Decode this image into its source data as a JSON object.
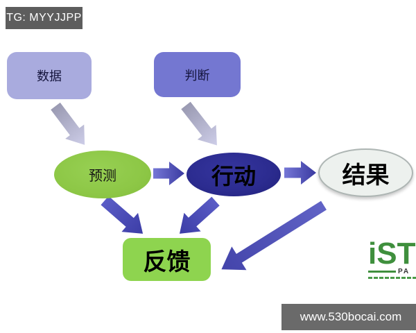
{
  "badge": {
    "label": "TG: MYYJJPP"
  },
  "footer": {
    "url": "www.530bocai.com"
  },
  "diagram": {
    "nodes": {
      "data": {
        "label": "数据",
        "shape": "rounded-rect",
        "color": "#a9abde"
      },
      "judgment": {
        "label": "判断",
        "shape": "rounded-rect",
        "color": "#7477d1"
      },
      "prediction": {
        "label": "预测",
        "shape": "ellipse",
        "color": "#8dc746"
      },
      "action": {
        "label": "行动",
        "shape": "ellipse",
        "color": "#2c2c90"
      },
      "result": {
        "label": "结果",
        "shape": "ellipse",
        "color": "#edf1ee"
      },
      "feedback": {
        "label": "反馈",
        "shape": "rounded-rect",
        "color": "#8ed44f"
      }
    },
    "edges": [
      {
        "from": "数据",
        "to": "预测",
        "style": "light-lavender"
      },
      {
        "from": "判断",
        "to": "行动",
        "style": "light-lavender"
      },
      {
        "from": "预测",
        "to": "行动",
        "style": "purple"
      },
      {
        "from": "行动",
        "to": "结果",
        "style": "purple"
      },
      {
        "from": "预测",
        "to": "反馈",
        "style": "dark-purple"
      },
      {
        "from": "行动",
        "to": "反馈",
        "style": "dark-purple"
      },
      {
        "from": "结果",
        "to": "反馈",
        "style": "dark-purple-long"
      }
    ]
  },
  "logo": {
    "text": "iST",
    "stylized_e": "three-bar-E-icon",
    "subtext": "PA"
  },
  "colors": {
    "badge_bg": "#5d5d5d",
    "footer_bg": "#6a6a6a",
    "arrow_light_start": "#9a9ab2",
    "arrow_light_end": "#cdcde8",
    "arrow_purple_start": "#7577d6",
    "arrow_purple_end": "#3a3aa0",
    "logo_green": "#3f8f3d"
  }
}
